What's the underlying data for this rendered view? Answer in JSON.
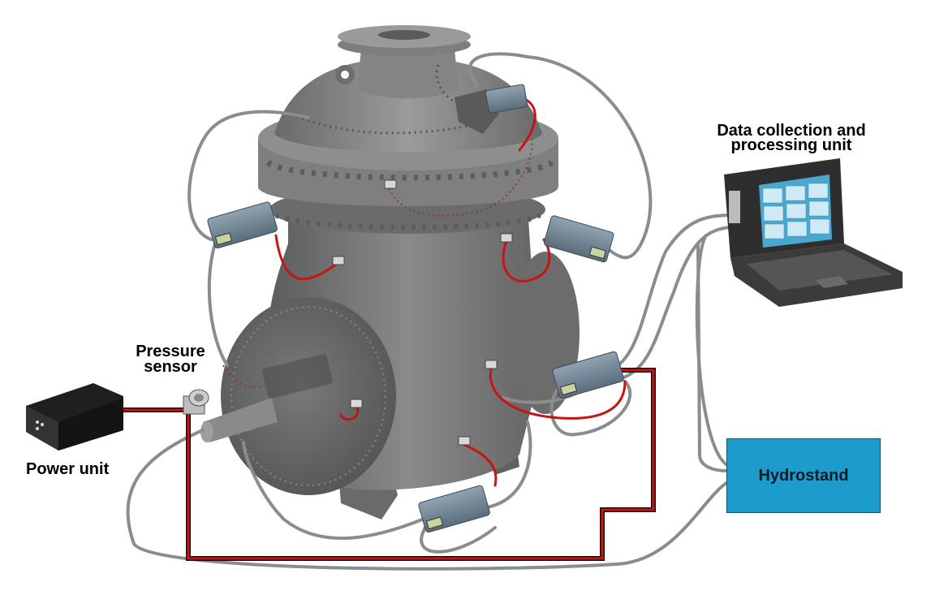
{
  "labels": {
    "pressure_sensor_line1": "Pressure",
    "pressure_sensor_line2": "sensor",
    "power_unit": "Power unit",
    "data_unit_line1": "Data collection and",
    "data_unit_line2": "processing unit",
    "hydrostand": "Hydrostand"
  },
  "colors": {
    "valve_body": "#7d7d7d",
    "cable_gray": "#8c8c8c",
    "cable_red": "#c81414",
    "cable_black": "#111111",
    "hydrostand_fill": "#1b9ccc",
    "sensor_box": "#6f8597"
  },
  "icons": {
    "valve": "gate-valve-illustration",
    "acoustic_sensor": "sensor-unit-icon",
    "pressure_gauge": "pressure-sensor-icon",
    "power": "power-supply-icon",
    "computer": "laptop-computer-icon"
  }
}
